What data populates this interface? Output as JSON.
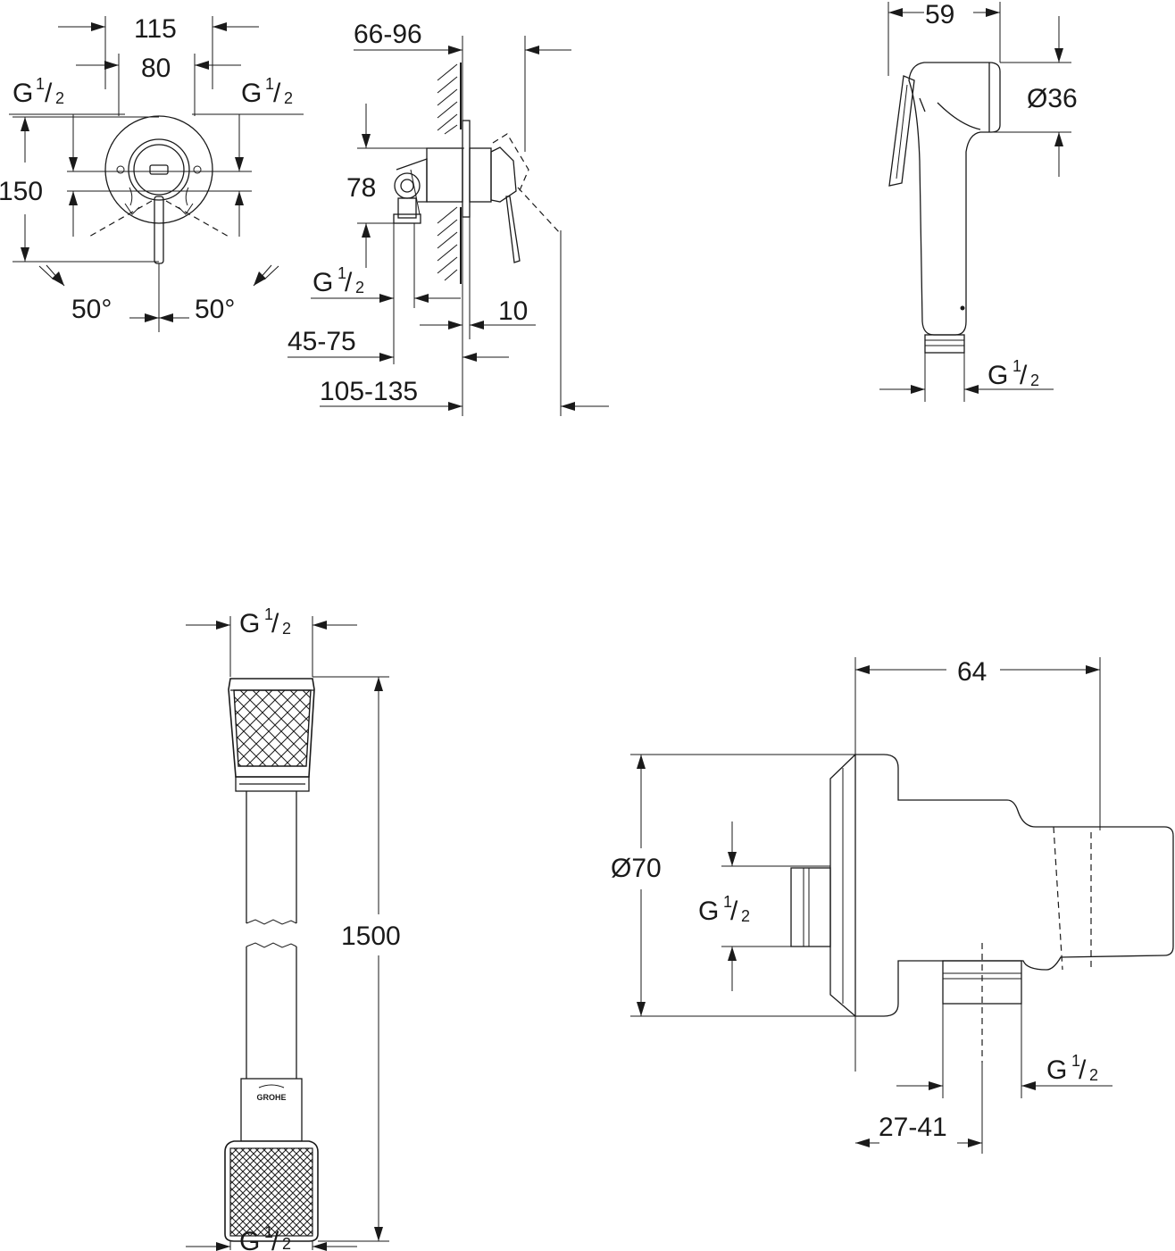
{
  "thread_label": {
    "main": "G",
    "numerator": "1",
    "denominator": "2"
  },
  "mixer_front": {
    "width_outer": "115",
    "width_inner": "80",
    "height": "150",
    "angle_left": "50°",
    "angle_right": "50°"
  },
  "mixer_side": {
    "depth_top": "66-96",
    "height": "78",
    "wall_offset": "10",
    "depth_45": "45-75",
    "depth_105": "105-135"
  },
  "handshower": {
    "length": "59",
    "diameter": "Ø36"
  },
  "hose": {
    "length": "1500",
    "brand_mark": "GROHE"
  },
  "wall_outlet": {
    "depth": "64",
    "diameter": "Ø70",
    "projection": "27-41"
  }
}
